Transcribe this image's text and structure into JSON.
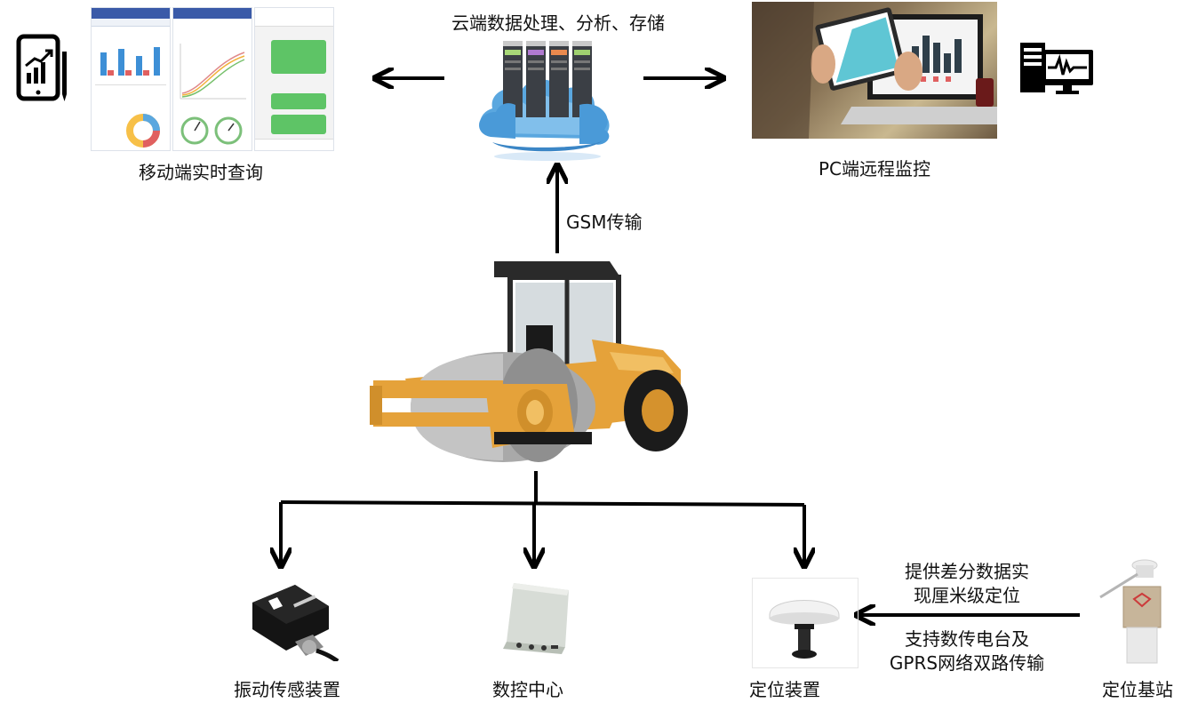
{
  "nodes": {
    "cloud": {
      "label": "云端数据处理、分析、存储",
      "icon": "cloud-server-icon"
    },
    "mobile": {
      "label": "移动端实时查询",
      "icon": "mobile-chart-icon"
    },
    "pc": {
      "label": "PC端远程监控",
      "icon": "monitor-pulse-icon"
    },
    "roller": {
      "icon": "road-roller-icon"
    },
    "vibration": {
      "label": "振动传感装置",
      "icon": "vibration-sensor-icon"
    },
    "control": {
      "label": "数控中心",
      "icon": "control-box-icon"
    },
    "positioning": {
      "label": "定位装置",
      "icon": "gnss-antenna-icon"
    },
    "base": {
      "label": "定位基站",
      "icon": "base-station-icon"
    }
  },
  "edges": {
    "gsm": {
      "label": "GSM传输"
    },
    "base_top": {
      "line1": "提供差分数据实",
      "line2": "现厘米级定位"
    },
    "base_bottom": {
      "line1": "支持数传电台及",
      "line2": "GPRS网络双路传输"
    }
  },
  "colors": {
    "arrow": "#000000",
    "machine_yellow": "#e5a23a",
    "drum_grey": "#a9a9a9",
    "cloud_blue": "#5aa7df",
    "chart_blue": "#3d8fd6",
    "chart_red": "#e06060",
    "chat_green": "#5ec466"
  }
}
